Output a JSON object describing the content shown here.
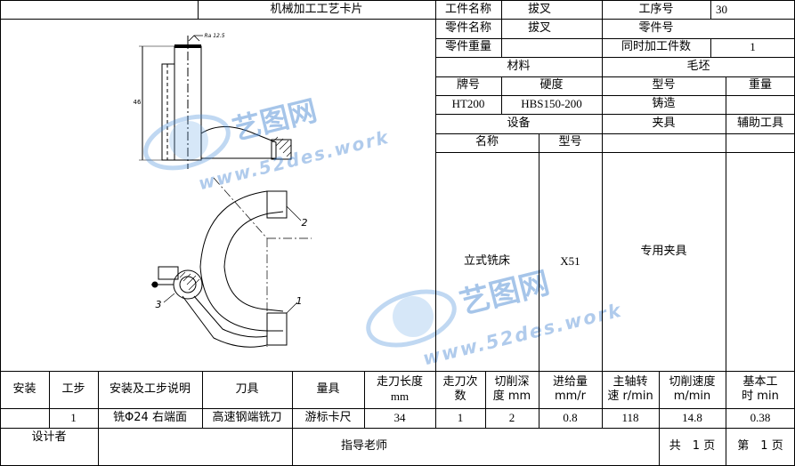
{
  "card": {
    "title": "机械加工工艺卡片",
    "labels": {
      "part_name": "工件名称",
      "component_name": "零件名称",
      "component_weight": "零件重量",
      "process_no": "工序号",
      "component_no": "零件号",
      "simul_count": "同时加工件数"
    },
    "values": {
      "part_name": "拔叉",
      "component_name": "拔叉",
      "component_weight": "",
      "process_no": "30",
      "component_no": "",
      "simul_count": "1"
    }
  },
  "material": {
    "header": "材料",
    "grade_label": "牌号",
    "hardness_label": "硬度",
    "grade": "HT200",
    "hardness": "HBS150-200"
  },
  "blank": {
    "header": "毛坯",
    "type_label": "型号",
    "weight_label": "重量",
    "type": "铸造",
    "weight": ""
  },
  "equipment": {
    "header": "设备",
    "name_label": "名称",
    "model_label": "型号",
    "name": "立式铣床",
    "model": "X51"
  },
  "fixture": {
    "header": "夹具",
    "value": "专用夹具"
  },
  "aux_tool": {
    "header": "辅助工具",
    "value": ""
  },
  "steps_table": {
    "headers": {
      "install": "安装",
      "step": "工步",
      "desc": "安装及工步说明",
      "tool": "刀具",
      "gauge": "量具",
      "cut_len": [
        "走刀长度",
        "mm"
      ],
      "passes": [
        "走刀次",
        "数"
      ],
      "depth": [
        "切削深",
        "度 mm"
      ],
      "feed": [
        "进给量",
        "mm/r"
      ],
      "speed": [
        "主轴转",
        "速 r/min"
      ],
      "velocity": [
        "切削速度",
        "m/min"
      ],
      "time": [
        "基本工",
        "时 min"
      ]
    },
    "rows": [
      {
        "install": "",
        "step": "1",
        "desc": "铣Φ24 右端面",
        "tool": "高速钢端铣刀",
        "gauge": "游标卡尺",
        "cut_len": "34",
        "passes": "1",
        "depth": "2",
        "feed": "0.8",
        "speed": "118",
        "velocity": "14.8",
        "time": "0.38"
      }
    ]
  },
  "footer": {
    "designer": "设计者",
    "instructor": "指导老师",
    "total_pages": "共　1 页",
    "page_no": "第　1 页"
  },
  "drawing": {
    "roughness": "Ra 12.5",
    "dim_label": "46",
    "callouts": [
      "1",
      "2",
      "3"
    ]
  },
  "watermark": {
    "brand": "艺图网",
    "url": "www.52des.work"
  }
}
